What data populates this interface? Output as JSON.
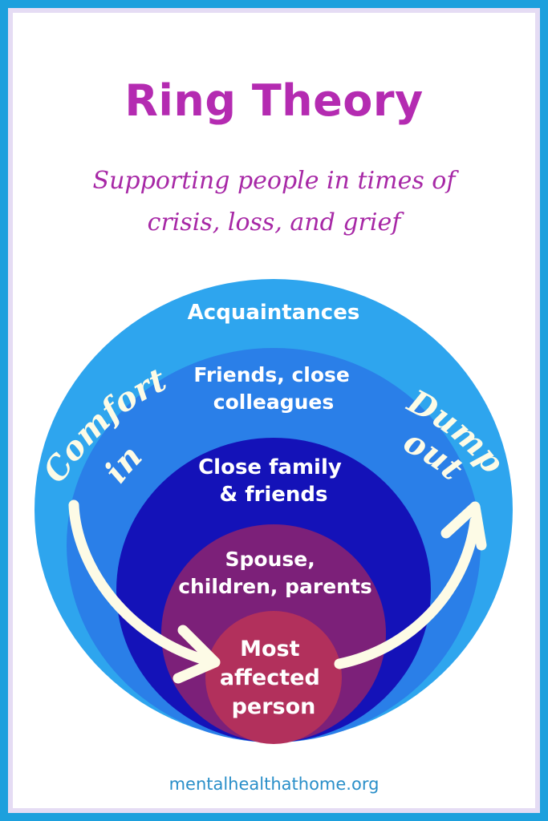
{
  "title": "Ring Theory",
  "subtitle": {
    "line1": "Supporting people in times of",
    "line2": "crisis, loss, and grief"
  },
  "rings": {
    "ring1": {
      "lines": [
        "Acquaintances"
      ],
      "color": "#2ea5ee"
    },
    "ring2": {
      "lines": [
        "Friends, close",
        "colleagues"
      ],
      "color": "#2a7fe8"
    },
    "ring3": {
      "lines": [
        "Close family",
        "& friends"
      ],
      "color": "#1412b8"
    },
    "ring4": {
      "lines": [
        "Spouse,",
        "children, parents"
      ],
      "color": "#7c2079"
    },
    "ring5": {
      "lines": [
        "Most",
        "affected",
        "person"
      ],
      "color": "#b2305c"
    }
  },
  "arrows": {
    "left": {
      "line1": "Comfort",
      "line2": "in",
      "icon": "curved-arrow-down-right"
    },
    "right": {
      "line1": "Dump",
      "line2": "out",
      "icon": "curved-arrow-up-right"
    },
    "color": "#fdfbe6"
  },
  "footer": "mentalhealthathome.org",
  "colors": {
    "title": "#b42bb1",
    "subtitle": "#a728a6",
    "border": "#1da0dd",
    "footer": "#2a8fc9"
  }
}
